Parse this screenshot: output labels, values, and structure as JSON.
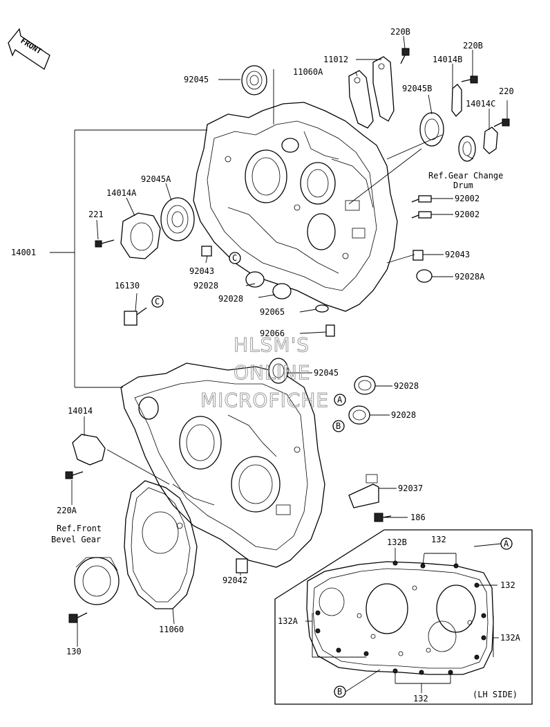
{
  "watermark": {
    "line1": "HLSM'S",
    "line2": "ONLINE",
    "line3": "MICROFICHE"
  },
  "front_arrow": {
    "label": "FRONT"
  },
  "parts": [
    {
      "id": "p-220B-a",
      "label": "220B"
    },
    {
      "id": "p-11012",
      "label": "11012"
    },
    {
      "id": "p-11060A",
      "label": "11060A"
    },
    {
      "id": "p-220B-b",
      "label": "220B"
    },
    {
      "id": "p-14014B",
      "label": "14014B"
    },
    {
      "id": "p-92045-a",
      "label": "92045"
    },
    {
      "id": "p-92045B",
      "label": "92045B"
    },
    {
      "id": "p-220",
      "label": "220"
    },
    {
      "id": "p-14014C",
      "label": "14014C"
    },
    {
      "id": "p-92045A",
      "label": "92045A"
    },
    {
      "id": "p-14014A",
      "label": "14014A"
    },
    {
      "id": "p-221",
      "label": "221"
    },
    {
      "id": "p-14001",
      "label": "14001"
    },
    {
      "id": "p-92002-a",
      "label": "92002"
    },
    {
      "id": "p-92002-b",
      "label": "92002"
    },
    {
      "id": "p-92043-a",
      "label": "92043"
    },
    {
      "id": "p-92043-b",
      "label": "92043"
    },
    {
      "id": "p-92028-a",
      "label": "92028"
    },
    {
      "id": "p-92028-b",
      "label": "92028"
    },
    {
      "id": "p-92028A",
      "label": "92028A"
    },
    {
      "id": "p-16130",
      "label": "16130"
    },
    {
      "id": "p-92065",
      "label": "92065"
    },
    {
      "id": "p-92066",
      "label": "92066"
    },
    {
      "id": "p-92045-b",
      "label": "92045"
    },
    {
      "id": "p-92028-c",
      "label": "92028"
    },
    {
      "id": "p-92028-d",
      "label": "92028"
    },
    {
      "id": "p-14014",
      "label": "14014"
    },
    {
      "id": "p-220A",
      "label": "220A"
    },
    {
      "id": "p-92037",
      "label": "92037"
    },
    {
      "id": "p-186",
      "label": "186"
    },
    {
      "id": "p-92042",
      "label": "92042"
    },
    {
      "id": "p-11060",
      "label": "11060"
    },
    {
      "id": "p-130",
      "label": "130"
    },
    {
      "id": "p-132B",
      "label": "132B"
    },
    {
      "id": "p-132-top",
      "label": "132"
    },
    {
      "id": "p-132-right",
      "label": "132"
    },
    {
      "id": "p-132A-left",
      "label": "132A"
    },
    {
      "id": "p-132A-right",
      "label": "132A"
    },
    {
      "id": "p-132-bottom",
      "label": "132"
    }
  ],
  "refs": {
    "gear_change_1": "Ref.Gear Change",
    "gear_change_2": "Drum",
    "bevel_1": "Ref.Front",
    "bevel_2": "Bevel Gear",
    "lh_side": "(LH SIDE)"
  },
  "callouts": {
    "c1": "C",
    "c2": "C",
    "a1": "A",
    "b1": "B",
    "a2": "A",
    "b2": "B"
  }
}
